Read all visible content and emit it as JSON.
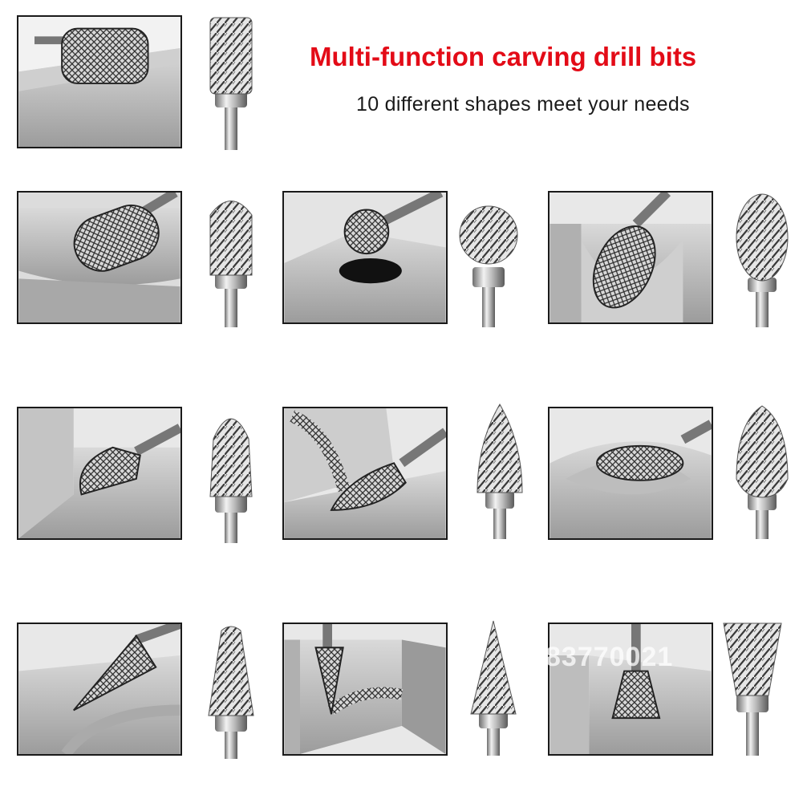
{
  "header": {
    "title": "Multi-function carving drill bits",
    "subtitle": "10 different shapes meet your needs"
  },
  "watermark": "83770021",
  "colors": {
    "title": "#e30b17",
    "frame": "#1a1a1a",
    "metal": "#c9c9c9"
  },
  "items": [
    {
      "shape": "cylinder"
    },
    {
      "shape": "cylinder-ball-nose"
    },
    {
      "shape": "ball"
    },
    {
      "shape": "oval"
    },
    {
      "shape": "tree"
    },
    {
      "shape": "pointed-tree"
    },
    {
      "shape": "flame"
    },
    {
      "shape": "cone"
    },
    {
      "shape": "pointed-cone"
    },
    {
      "shape": "inverted-cone"
    }
  ]
}
